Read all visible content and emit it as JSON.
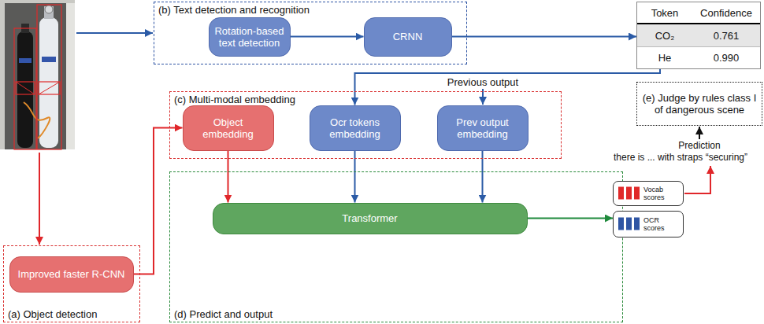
{
  "diagram": {
    "nodes": [
      {
        "text": [
          "(b) Text detection and recognition"
        ]
      },
      {
        "text": [
          "Rotation-based text detection"
        ],
        "in": 0
      },
      {
        "text": [
          "CRNN"
        ],
        "in": 0
      },
      {
        "text": [
          "Token",
          "Confidence",
          "CO₂",
          "0.761",
          "He",
          "0.990"
        ]
      },
      {
        "text": [
          "(e) Judge by rules class I of dangerous scene"
        ]
      },
      {
        "text": [
          "(c) Multi-modal embedding"
        ]
      },
      {
        "text": [
          "Object embedding"
        ],
        "in": 5
      },
      {
        "text": [
          "Ocr tokens embedding"
        ],
        "in": 5
      },
      {
        "text": [
          "Prev output embedding"
        ],
        "in": 5
      },
      {
        "text": [
          "(d) Predict and output"
        ]
      },
      {
        "text": [
          "Transformer"
        ],
        "in": 9
      },
      {
        "text": [
          "Vocab scores"
        ]
      },
      {
        "text": [
          "OCR scores"
        ]
      },
      {
        "text": [
          "(a) Object detection"
        ]
      },
      {
        "text": [
          "Improved faster R-CNN"
        ],
        "in": 13
      }
    ],
    "edges": [
      {
        "from": 1,
        "to": 2,
        "arrow": "to"
      },
      {
        "from": 2,
        "to": 3,
        "arrow": "to"
      },
      {
        "from": 3,
        "to": 7,
        "arrow": "to"
      },
      {
        "from": 14,
        "to": 6,
        "arrow": "to"
      },
      {
        "from": 6,
        "to": 10,
        "arrow": "to"
      },
      {
        "from": 7,
        "to": 10,
        "arrow": "to"
      },
      {
        "from": 8,
        "to": 10,
        "arrow": "to"
      },
      {
        "from": 10,
        "to": 12,
        "arrow": "to"
      }
    ],
    "labels": [
      "Previous output",
      "Prediction",
      "there is ... with straps “securing”"
    ]
  }
}
